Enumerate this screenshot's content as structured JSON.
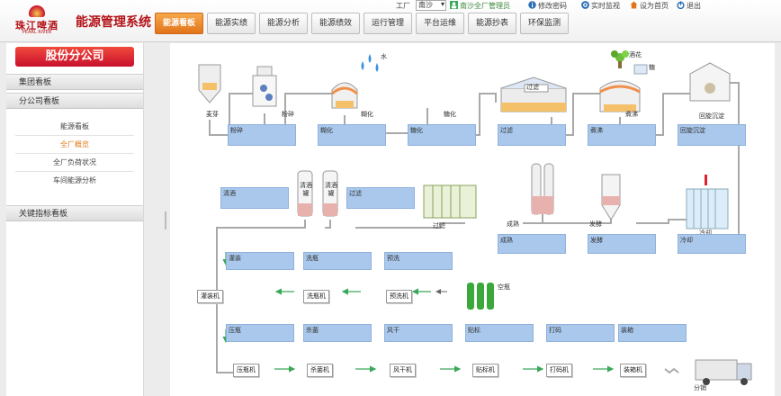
{
  "header": {
    "brand_name": "珠江啤酒",
    "brand_en": "PEARL RIVER",
    "system_title": "能源管理系统",
    "factory_label": "工厂",
    "factory_value": "南沙",
    "user": "南沙全厂管理员",
    "links": [
      "修改密码",
      "实时监视",
      "设为首页",
      "退出"
    ]
  },
  "nav": {
    "items": [
      "能源看板",
      "能源实绩",
      "能源分析",
      "能源绩效",
      "运行管理",
      "平台运维",
      "能源抄表",
      "环保监测"
    ],
    "active_index": 0
  },
  "sidebar": {
    "brand": "股份分公司",
    "groups": [
      "集团看板",
      "分公司看板",
      "关键指标看板"
    ],
    "items": [
      "能源看板",
      "全厂概览",
      "全厂负荷状况",
      "车间能源分析"
    ],
    "active_index": 1
  },
  "diagram": {
    "equipment_labels": {
      "malt": "麦芽",
      "crush": "粉碎",
      "water": "水",
      "mash1": "糊化",
      "mash2": "糖化",
      "lauter": "过滤",
      "hops": "酒花",
      "sugar": "糖",
      "boil": "煮沸",
      "whirlpool": "回旋沉淀",
      "bright1": "清酒罐",
      "bright2": "清酒罐",
      "filter2": "过滤",
      "mature": "成熟",
      "ferment": "发酵",
      "cool": "冷却",
      "empty_bottles": "空瓶",
      "distribute": "分销"
    },
    "row1_boxes": [
      "粉碎",
      "糊化",
      "糖化",
      "过滤",
      "煮沸",
      "回旋沉淀"
    ],
    "row2_boxes": [
      "清酒",
      "过滤",
      "成熟",
      "发酵",
      "冷却"
    ],
    "row3_boxes": [
      "灌装",
      "洗瓶",
      "预洗"
    ],
    "row3_process": [
      "灌装机",
      "洗瓶机",
      "预洗机"
    ],
    "row4_boxes": [
      "压瓶",
      "杀菌",
      "风干",
      "贴标",
      "打码",
      "装箱"
    ],
    "row4_process": [
      "压瓶机",
      "杀菌机",
      "风干机",
      "贴标机",
      "打码机",
      "装箱机"
    ]
  },
  "colors": {
    "accent": "#e2741b",
    "brand_red": "#b31217",
    "box_fill": "#a9c8ec",
    "arrow_green": "#3aa85a"
  }
}
